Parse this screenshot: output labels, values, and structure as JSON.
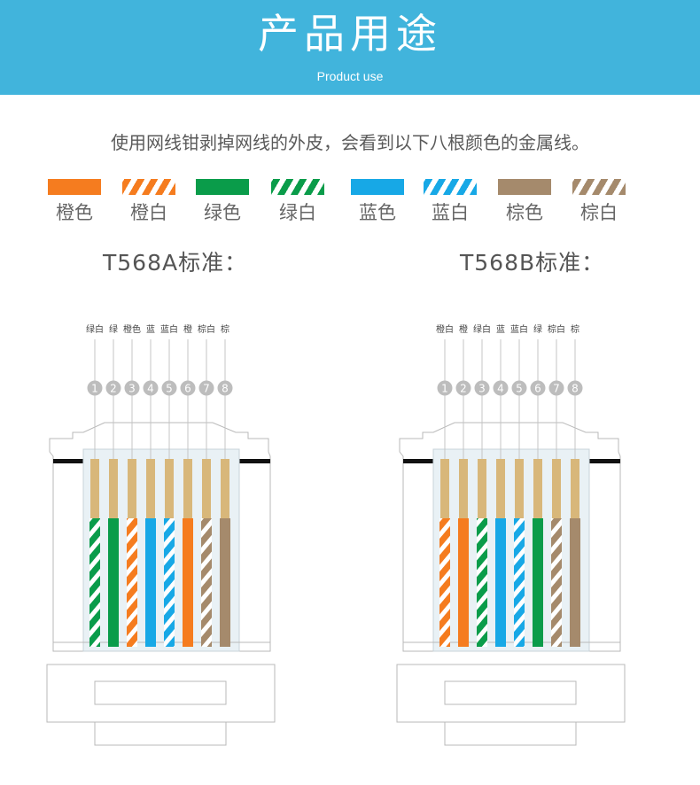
{
  "header": {
    "title": "产品用途",
    "subtitle": "Product use",
    "bg_color": "#41b4dc"
  },
  "intro_text": "使用网线钳剥掉网线的外皮，会看到以下八根颜色的金属线。",
  "legend": [
    {
      "label": "橙色",
      "color": "#f57c1f",
      "striped": false
    },
    {
      "label": "橙白",
      "color": "#f57c1f",
      "striped": true
    },
    {
      "label": "绿色",
      "color": "#0a9c4a",
      "striped": false
    },
    {
      "label": "绿白",
      "color": "#0a9c4a",
      "striped": true
    },
    {
      "label": "蓝色",
      "color": "#17a8e6",
      "striped": false
    },
    {
      "label": "蓝白",
      "color": "#17a8e6",
      "striped": true
    },
    {
      "label": "棕色",
      "color": "#a58a6c",
      "striped": false
    },
    {
      "label": "棕白",
      "color": "#a58a6c",
      "striped": true
    }
  ],
  "colors": {
    "orange": "#f57c1f",
    "green": "#0a9c4a",
    "blue": "#17a8e6",
    "brown": "#a58a6c",
    "gold": "#d8b77a",
    "pin_circle": "#bdbdbd"
  },
  "standards": [
    {
      "title": "T568A标准：",
      "pins": [
        {
          "num": "1",
          "label": "绿白",
          "color": "green",
          "striped": true
        },
        {
          "num": "2",
          "label": "绿",
          "color": "green",
          "striped": false
        },
        {
          "num": "3",
          "label": "橙色",
          "color": "orange",
          "striped": true
        },
        {
          "num": "4",
          "label": "蓝",
          "color": "blue",
          "striped": false
        },
        {
          "num": "5",
          "label": "蓝白",
          "color": "blue",
          "striped": true
        },
        {
          "num": "6",
          "label": "橙",
          "color": "orange",
          "striped": false
        },
        {
          "num": "7",
          "label": "棕白",
          "color": "brown",
          "striped": true
        },
        {
          "num": "8",
          "label": "棕",
          "color": "brown",
          "striped": false
        }
      ]
    },
    {
      "title": "T568B标准：",
      "pins": [
        {
          "num": "1",
          "label": "橙白",
          "color": "orange",
          "striped": true
        },
        {
          "num": "2",
          "label": "橙",
          "color": "orange",
          "striped": false
        },
        {
          "num": "3",
          "label": "绿白",
          "color": "green",
          "striped": true
        },
        {
          "num": "4",
          "label": "蓝",
          "color": "blue",
          "striped": false
        },
        {
          "num": "5",
          "label": "蓝白",
          "color": "blue",
          "striped": true
        },
        {
          "num": "6",
          "label": "绿",
          "color": "green",
          "striped": false
        },
        {
          "num": "7",
          "label": "棕白",
          "color": "brown",
          "striped": true
        },
        {
          "num": "8",
          "label": "棕",
          "color": "brown",
          "striped": false
        }
      ]
    }
  ]
}
